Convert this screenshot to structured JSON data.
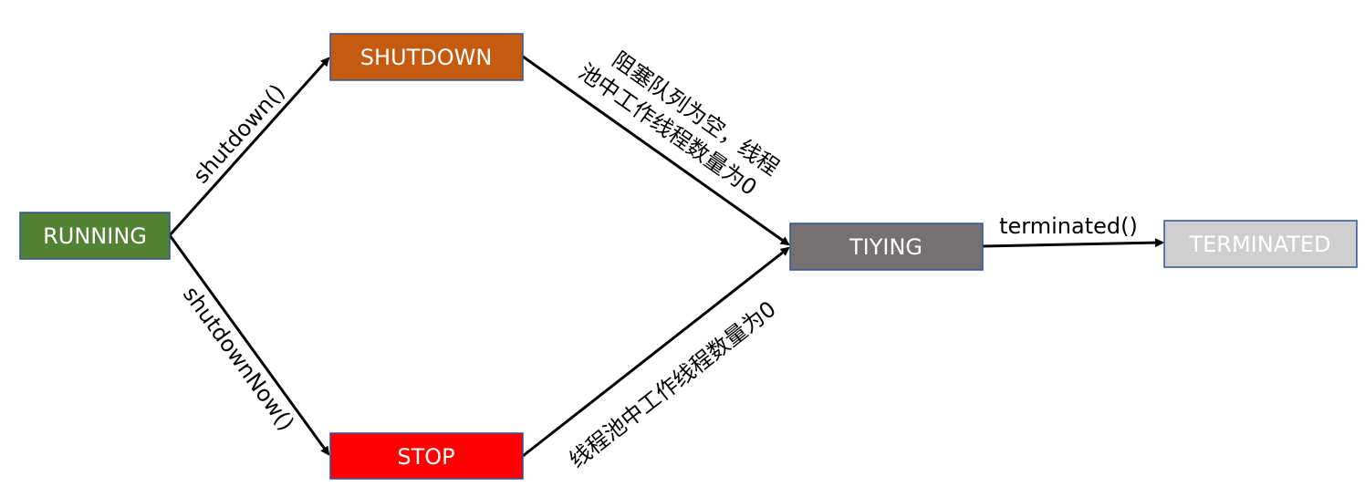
{
  "states": {
    "running": {
      "label": "RUNNING",
      "color": "#548235"
    },
    "shutdown": {
      "label": "SHUTDOWN",
      "color": "#C55A11"
    },
    "stop": {
      "label": "STOP",
      "color": "#FF0000"
    },
    "tidying": {
      "label": "TIYING",
      "color": "#767171"
    },
    "terminated": {
      "label": "TERMINATED",
      "color": "#D0CECE"
    }
  },
  "transitions": {
    "running_to_shutdown": "shutdown()",
    "running_to_stop": "shutdownNow()",
    "shutdown_to_tidying": [
      "阻塞队列为空，线程",
      "池中工作线程数量为0"
    ],
    "stop_to_tidying": "线程池中工作线程数量为0",
    "tidying_to_terminated": "terminated()"
  },
  "border_color": "#2F5597"
}
